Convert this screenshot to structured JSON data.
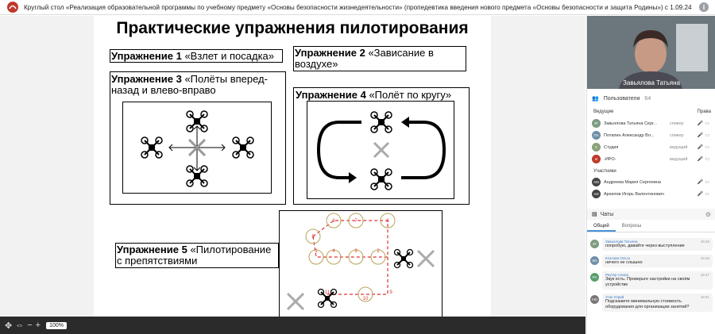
{
  "window": {
    "title": "Круглый стол «Реализация образовательной программы по учебному предмету «Основы безопасности жизнедеятельности» (пропедевтика введения нового предмета «Основы безопасности и защита Родины») с 1.09.24"
  },
  "slide": {
    "title": "Практические упражнения пилотирования",
    "ex1": {
      "label": "Упражнение 1",
      "text": " «Взлет и посадка»"
    },
    "ex2": {
      "label": "Упражнение 2",
      "text": " «Зависание в воздухе»"
    },
    "ex3": {
      "label": "Упражнение 3",
      "text": " «Полёты вперед-назад и влево-вправо"
    },
    "ex4": {
      "label": "Упражнение 4",
      "text": " «Полёт по кругу»"
    },
    "ex5": {
      "label": "Упражнение 5",
      "text": " «Пилотирование с препятствиями"
    },
    "course_numbers": [
      "1",
      "2",
      "3",
      "4",
      "5",
      "6",
      "7",
      "8",
      "9",
      "10",
      "11"
    ]
  },
  "controls": {
    "zoom": "100%",
    "minus": "−",
    "plus": "+"
  },
  "video": {
    "speaker_name": "Завьялова Татьяна"
  },
  "users": {
    "label": "Пользователи",
    "count": "64",
    "leaders_label": "Ведущие",
    "rights_label": "Права",
    "participants_label": "Участники",
    "leaders": [
      {
        "initials": "ЗТ",
        "name": "Завьялова Татьяна Серг...",
        "role": "спикер",
        "color": "#7d9a7e"
      },
      {
        "initials": "ПА",
        "name": "Потапин Александр Вл...",
        "role": "спикер",
        "color": "#6f8fa8"
      },
      {
        "initials": "С",
        "name": "Студия",
        "role": "ведущий",
        "color": "#8aa27a"
      },
      {
        "initials": "И",
        "name": "-ИРО-",
        "role": "ведущий",
        "color": "#c0392b"
      }
    ],
    "participants": [
      {
        "initials": "АМ",
        "name": "Андреева Мария Сергеевна",
        "color": "#444"
      },
      {
        "initials": "АИ",
        "name": "Архипов Игорь Валентинович",
        "color": "#444"
      }
    ]
  },
  "chats": {
    "label": "Чаты",
    "tabs": [
      "Общий",
      "Вопросы"
    ],
    "messages": [
      {
        "initials": "ЗТ",
        "author": "Завьялова Татьяна",
        "time": "15:45",
        "text": "попробую, давайте через выступление",
        "color": "#7d9a7e"
      },
      {
        "initials": "КО",
        "author": "Козлова Ольга",
        "time": "15:46",
        "text": "ничего не слышно",
        "color": "#6f8fa8"
      },
      {
        "initials": "РА",
        "author": "Реутер Алина",
        "time": "15:47",
        "text": "Звук есть. Проверьте настройки на своём устройстве",
        "color": "#5a9e6f"
      },
      {
        "initials": "УЮ",
        "author": "Утюг Юрий",
        "time": "15:51",
        "text": "Подскажите минимальную стоимость оборудования для организации занятий?",
        "color": "#777"
      }
    ]
  }
}
